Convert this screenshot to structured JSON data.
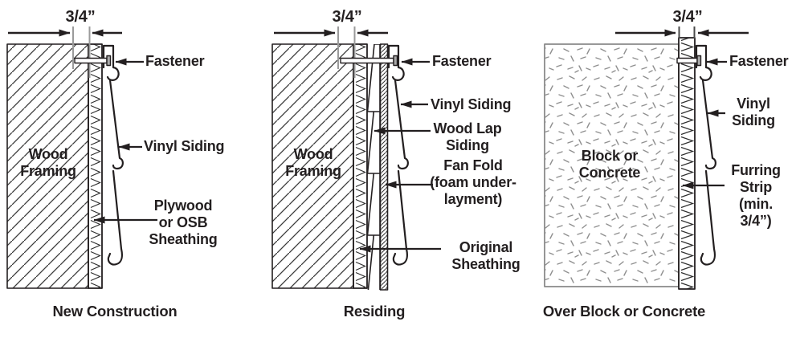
{
  "figure": {
    "type": "vinyl-siding-installation-cross-sections",
    "colors": {
      "ink": "#231f20",
      "extension_line_gray": "#9b9b9b",
      "stipple_gray": "#8f8f8f",
      "nail_head_gray": "#a9a9a9",
      "background": "#ffffff"
    },
    "panels": [
      {
        "caption": "New Construction",
        "dimension": "3/4”",
        "wall_label": "Wood\nFraming",
        "fastener_label": "Fastener",
        "vinyl_label": "Vinyl Siding",
        "sheathing_label": "Plywood\nor OSB\nSheathing"
      },
      {
        "caption": "Residing",
        "dimension": "3/4”",
        "wall_label": "Wood\nFraming",
        "fastener_label": "Fastener",
        "vinyl_label": "Vinyl Siding",
        "wood_lap_label": "Wood Lap\nSiding",
        "fan_fold_label": "Fan Fold\n(foam under-\nlayment)",
        "orig_sheathing_label": "Original\nSheathing"
      },
      {
        "caption": "Over Block or Concrete",
        "dimension": "3/4”",
        "wall_label": "Block or\nConcrete",
        "fastener_label": "Fastener",
        "vinyl_label": "Vinyl\nSiding",
        "furring_label": "Furring\nStrip\n(min. 3/4”)"
      }
    ]
  }
}
